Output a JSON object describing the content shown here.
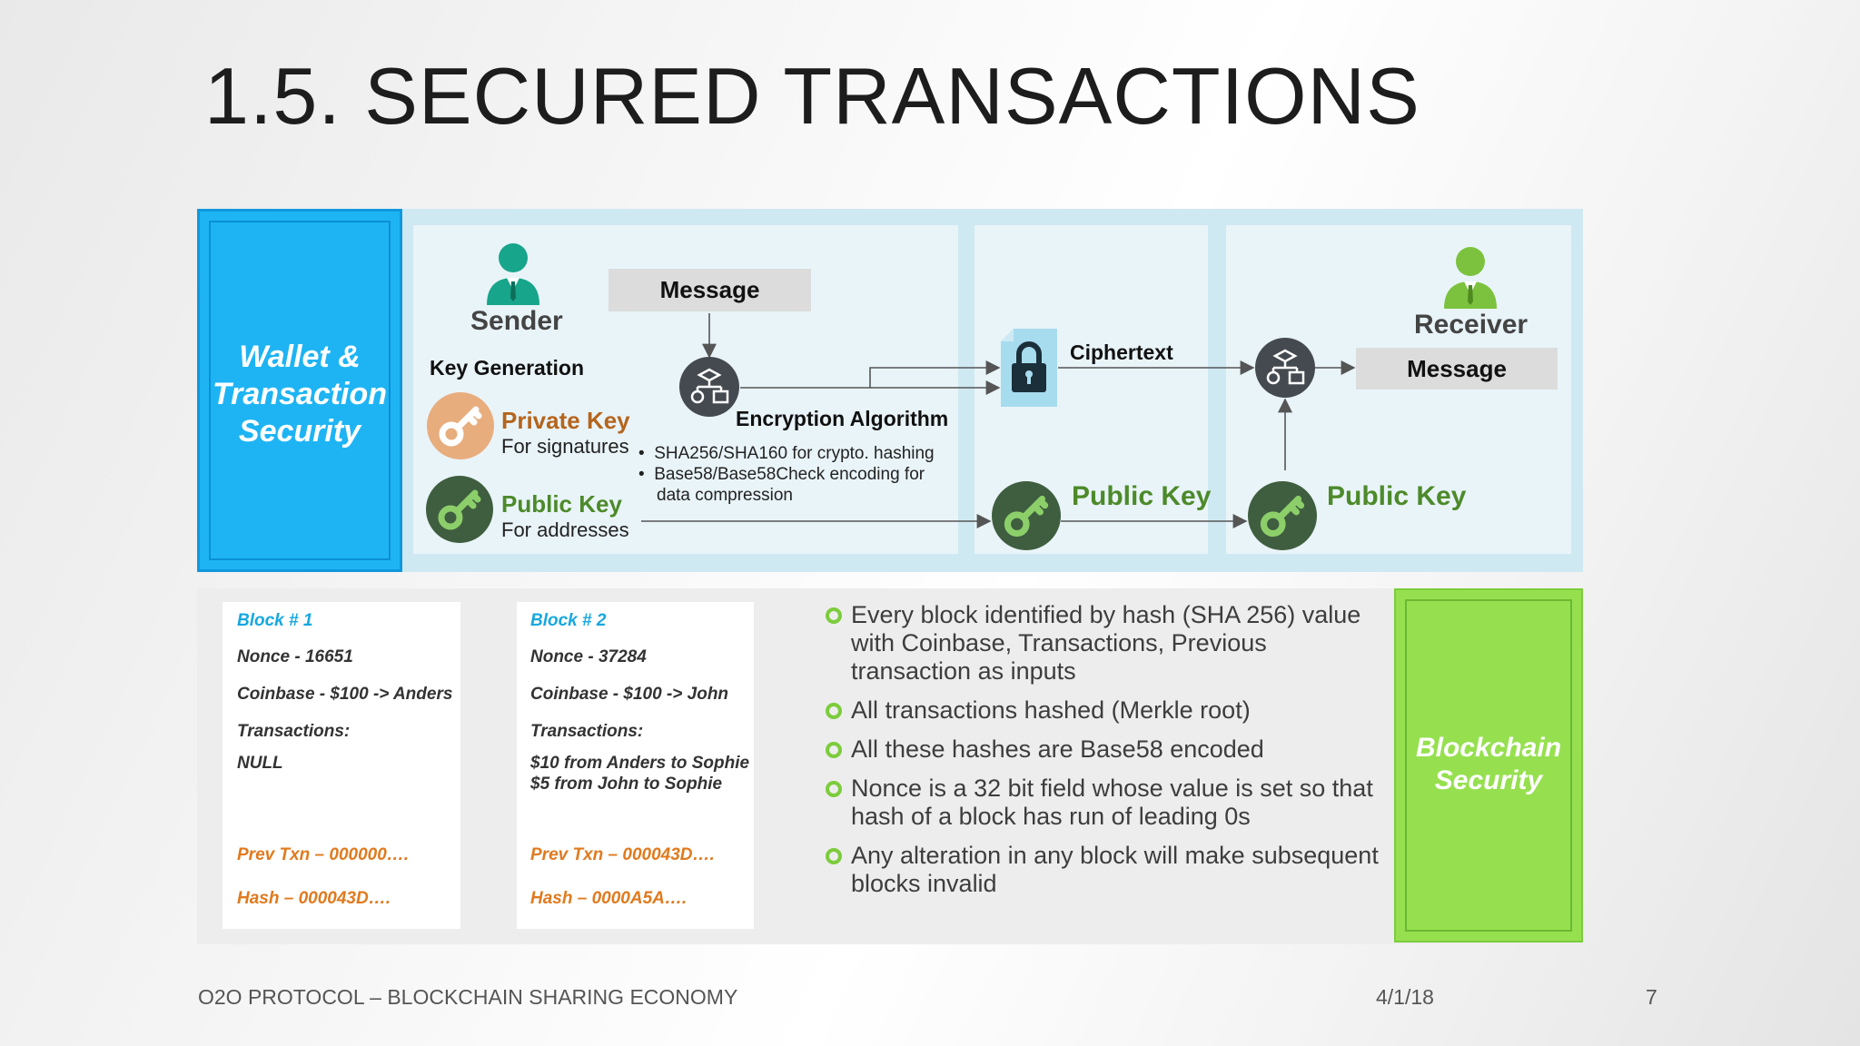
{
  "title": "1.5. SECURED TRANSACTIONS",
  "wallet_section": {
    "label_lines": [
      "Wallet &",
      "Transaction",
      "Security"
    ],
    "sender": "Sender",
    "message_in": "Message",
    "key_generation": "Key Generation",
    "private_key": "Private Key",
    "private_key_sub": "For signatures",
    "public_key": "Public Key",
    "public_key_sub": "For addresses",
    "encryption_algorithm": "Encryption Algorithm",
    "algo_bullets": [
      "SHA256/SHA160 for crypto. hashing",
      "Base58/Base58Check encoding for",
      "data compression"
    ],
    "ciphertext": "Ciphertext",
    "public_key_mid": "Public Key",
    "receiver": "Receiver",
    "message_out": "Message",
    "public_key_right": "Public Key"
  },
  "blocks": [
    {
      "header": "Block # 1",
      "nonce": "Nonce - 16651",
      "coinbase": "Coinbase - $100 -> Anders",
      "tx_label": "Transactions:",
      "tx_lines": [
        "NULL"
      ],
      "prev": "Prev Txn – 000000….",
      "hash": "Hash – 000043D…."
    },
    {
      "header": "Block # 2",
      "nonce": "Nonce - 37284",
      "coinbase": "Coinbase - $100 -> John",
      "tx_label": "Transactions:",
      "tx_lines": [
        "$10 from Anders to Sophie",
        "$5 from John to Sophie"
      ],
      "prev": "Prev Txn – 000043D….",
      "hash": "Hash – 0000A5A…."
    }
  ],
  "bullets": [
    "Every block identified by hash (SHA 256) value with Coinbase, Transactions, Previous transaction as inputs",
    "All transactions hashed (Merkle root)",
    "All these hashes are Base58 encoded",
    "Nonce is a 32 bit field whose value is set so that hash of a block has run of leading 0s",
    "Any alteration in any block will make subsequent blocks invalid"
  ],
  "blockchain_label_lines": [
    "Blockchain",
    "Security"
  ],
  "footer": {
    "left": "O2O PROTOCOL – BLOCKCHAIN SHARING ECONOMY",
    "date": "4/1/18",
    "page": "7"
  },
  "colors": {
    "wallet_blue": "#1eb4f4",
    "blockchain_green": "#96e04f",
    "key_green": "#4d8a2a",
    "key_orange": "#b5651d"
  }
}
